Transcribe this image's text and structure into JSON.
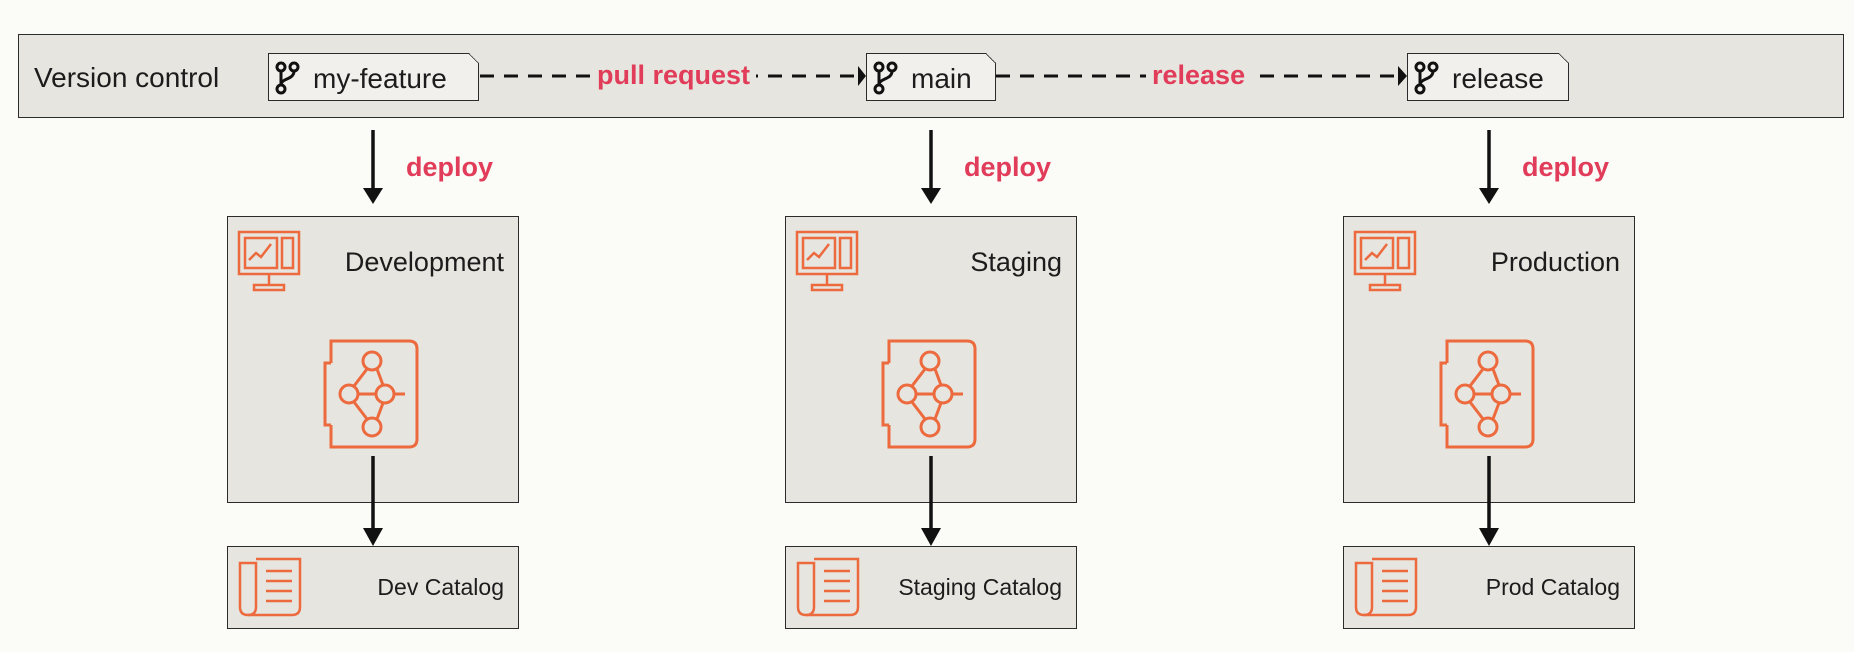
{
  "version_control": {
    "label": "Version control",
    "branches": [
      "my-feature",
      "main",
      "release"
    ],
    "transitions": [
      "pull request",
      "release"
    ]
  },
  "deploy_label": "deploy",
  "environments": [
    {
      "name": "Development",
      "catalog": "Dev Catalog"
    },
    {
      "name": "Staging",
      "catalog": "Staging Catalog"
    },
    {
      "name": "Production",
      "catalog": "Prod Catalog"
    }
  ],
  "colors": {
    "accent": "#e13c59",
    "icon": "#ec6a3e",
    "box_fill": "#e6e5df",
    "stroke": "#1c1c1c"
  },
  "icons": {
    "branch": "git-branch-icon",
    "monitor": "monitor-chart-icon",
    "pipeline": "pipeline-graph-icon",
    "catalog": "catalog-document-icon"
  }
}
